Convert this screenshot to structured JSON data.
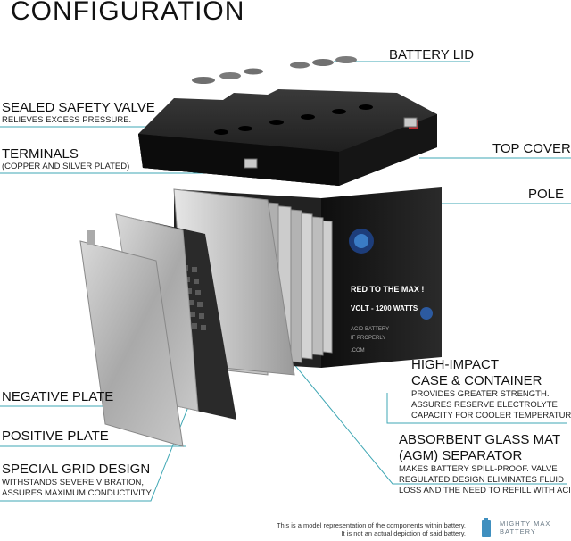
{
  "title": "CONFIGURATION",
  "labels": {
    "battery_lid": "BATTERY LID",
    "sealed_valve": "SEALED SAFETY VALVE",
    "sealed_valve_sub": "RELIEVES EXCESS PRESSURE.",
    "top_cover": "TOP COVER",
    "terminals": "TERMINALS",
    "terminals_sub": "(COPPER AND SILVER PLATED)",
    "pole": "POLE",
    "case_line1": "HIGH-IMPACT",
    "case_line2": "CASE & CONTAINER",
    "case_sub1": "PROVIDES GREATER STRENGTH.",
    "case_sub2": "ASSURES RESERVE ELECTROLYTE",
    "case_sub3": "CAPACITY FOR COOLER TEMPERATURES.",
    "negative_plate": "NEGATIVE PLATE",
    "positive_plate": "POSITIVE PLATE",
    "agm_line1": "ABSORBENT GLASS MAT",
    "agm_line2": "(AGM) SEPARATOR",
    "agm_sub1": "MAKES BATTERY SPILL-PROOF. VALVE",
    "agm_sub2": "REGULATED DESIGN ELIMINATES FLUID",
    "agm_sub3": "LOSS AND THE NEED TO REFILL WITH ACID.",
    "grid_design": "SPECIAL GRID DESIGN",
    "grid_sub1": "WITHSTANDS SEVERE VIBRATION,",
    "grid_sub2": "ASSURES MAXIMUM CONDUCTIVITY."
  },
  "battery_front": {
    "slogan": "RED TO THE MAX !",
    "rating": "VOLT - 1200 WATTS",
    "small1": "ACID BATTERY",
    "small2": "IF PROPERLY",
    "small3": ".COM"
  },
  "footer": {
    "disclaimer1": "This is a model representation of the components within battery.",
    "disclaimer2": "It is not an actual depiction of said battery.",
    "brand1": "MIGHTY MAX",
    "brand2": "BATTERY"
  },
  "colors": {
    "leader_line": "#3fa7b4",
    "case_black": "#1a1a1a",
    "plate_gray": "#b8b8b8",
    "terminal_red": "#c0282d",
    "logo_blue": "#2c5aa0"
  }
}
